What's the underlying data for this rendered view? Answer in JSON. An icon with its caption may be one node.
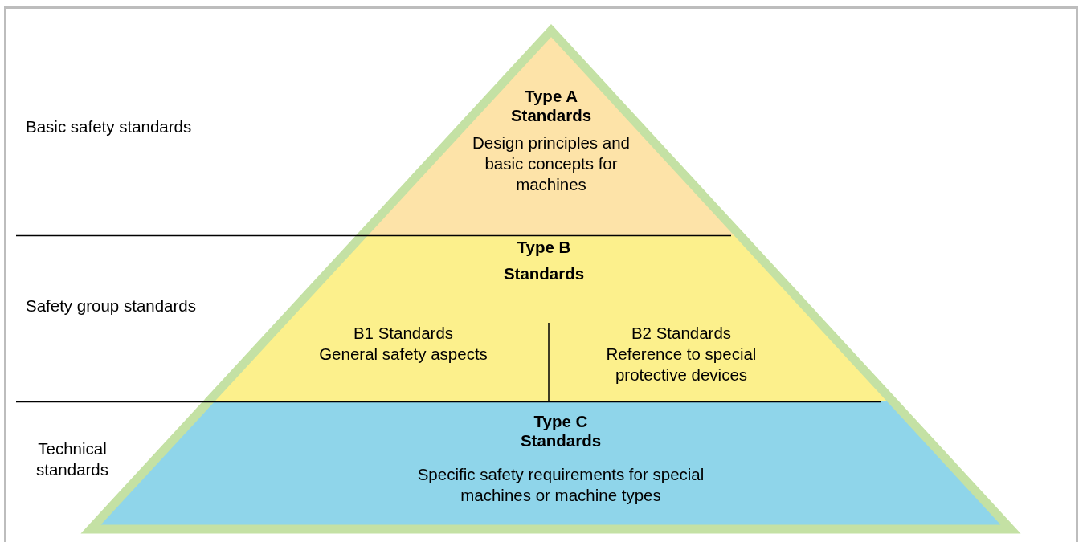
{
  "diagram": {
    "nodes": [
      {
        "text": [
          "Type A Standards",
          "Design principles and basic concepts for machines"
        ]
      },
      {
        "text": [
          "Type B Standards"
        ]
      },
      {
        "text": [
          "B1 Standards",
          "General safety aspects"
        ],
        "in": 1
      },
      {
        "text": [
          "B2 Standards",
          "Reference to special protective devices"
        ],
        "in": 1
      },
      {
        "text": [
          "Type C Standards",
          "Specific safety requirements for special machines or machine types"
        ]
      }
    ],
    "labels": [
      "Basic safety standards",
      "Safety group standards",
      "Technical standards"
    ]
  }
}
